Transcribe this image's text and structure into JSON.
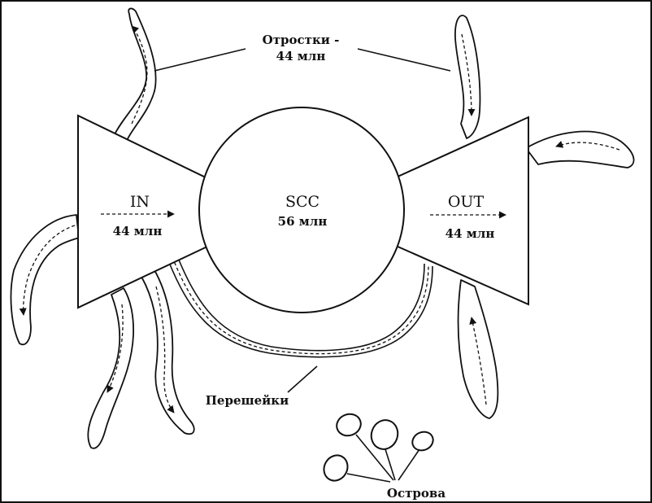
{
  "diagram": {
    "tendrils_label_line1": "Отростки -",
    "tendrils_label_line2": "44 млн",
    "in_label": "IN",
    "in_count": "44 млн",
    "scc_label": "SCC",
    "scc_count": "56 млн",
    "out_label": "OUT",
    "out_count": "44 млн",
    "tubes_label": "Перешейки",
    "islands_label": "Острова"
  }
}
